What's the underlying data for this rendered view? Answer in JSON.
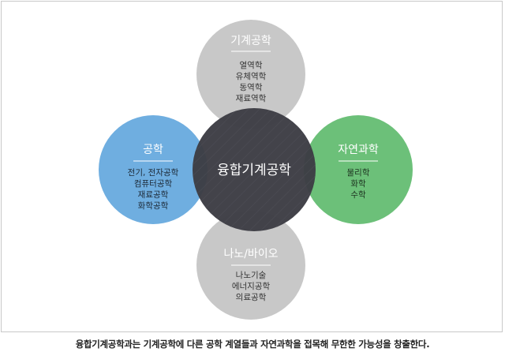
{
  "caption": "융합기계공학과는 기계공학에 다른 공학 계열들과 자연과학을 접목해 무한한 가능성을 창출한다.",
  "center": {
    "label": "융합기계공학",
    "color": "#3d3d44"
  },
  "top": {
    "title": "기계공학",
    "items": [
      "열역학",
      "유체역학",
      "동역학",
      "재료역학"
    ],
    "color": "#c8c8c8"
  },
  "left": {
    "title": "공학",
    "items": [
      "전기, 전자공학",
      "컴퓨터공학",
      "재료공학",
      "화학공학"
    ],
    "color": "#6faee0"
  },
  "right": {
    "title": "자연과학",
    "items": [
      "물리학",
      "화학",
      "수학"
    ],
    "color": "#6cc079"
  },
  "bottom": {
    "title": "나노/바이오",
    "items": [
      "나노기술",
      "에너지공학",
      "의료공학"
    ],
    "color": "#c8c8c8"
  }
}
